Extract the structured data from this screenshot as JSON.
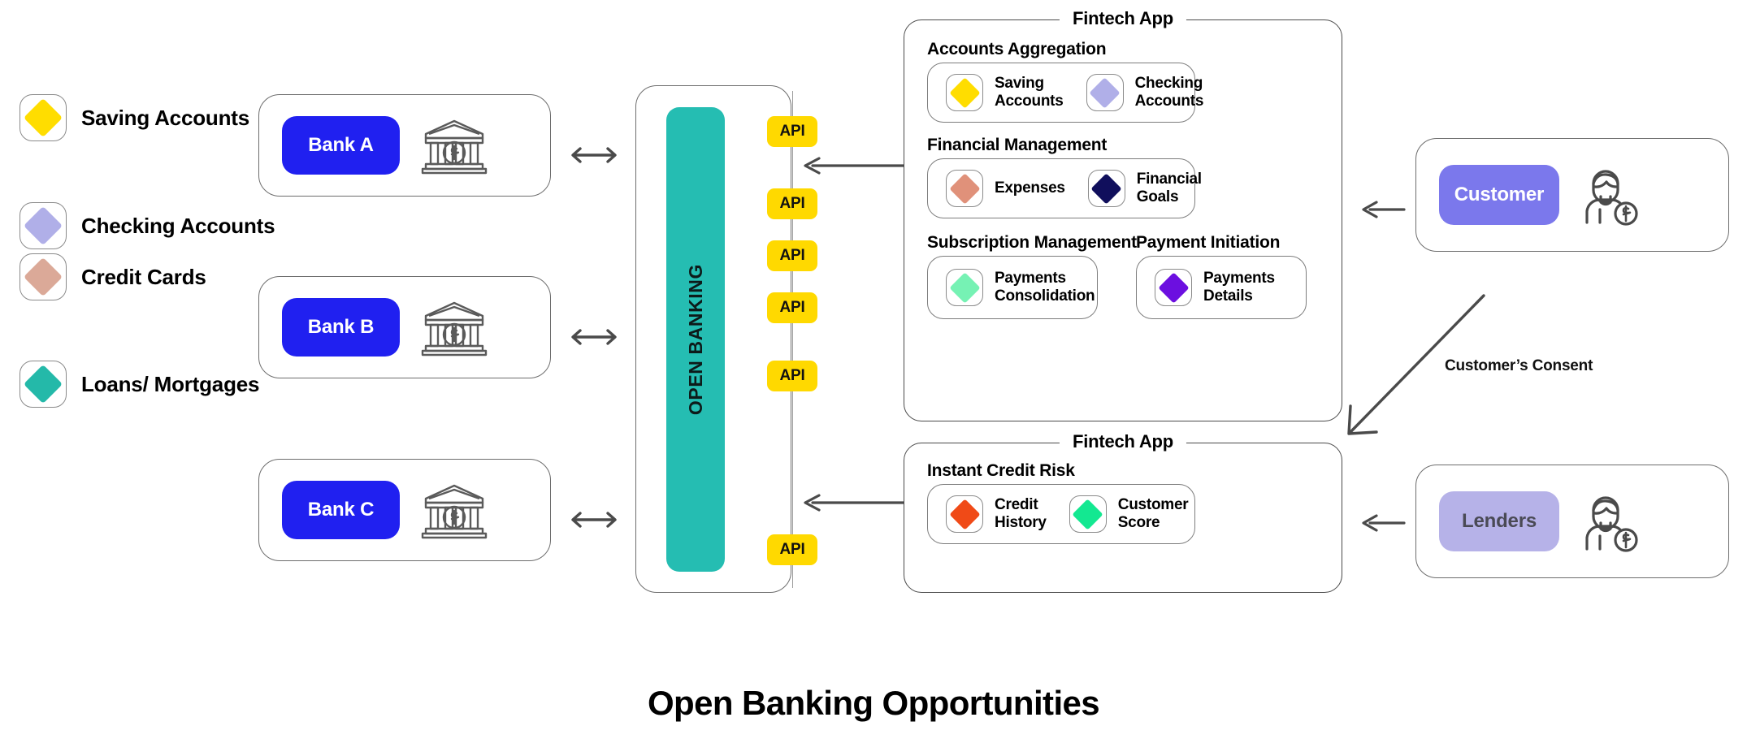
{
  "title": "Open Banking Opportunities",
  "legend": {
    "items": [
      {
        "label": "Saving\nAccounts",
        "color": "#ffdd00",
        "icon": "diamond-icon"
      },
      {
        "label": "Checking\nAccounts",
        "color": "#b0afe8",
        "icon": "diamond-icon"
      },
      {
        "label": "Credit\nCards",
        "color": "#dba998",
        "icon": "diamond-icon"
      },
      {
        "label": "Loans/\nMortgages",
        "color": "#24b9a9",
        "icon": "diamond-icon"
      }
    ]
  },
  "banks": {
    "items": [
      {
        "label": "Bank A",
        "icon": "bank-building-icon"
      },
      {
        "label": "Bank B",
        "icon": "bank-building-icon"
      },
      {
        "label": "Bank C",
        "icon": "bank-building-icon"
      }
    ],
    "pill_color": "#2020f0",
    "connector_icon": "double-arrow-icon"
  },
  "open_banking": {
    "label": "OPEN BANKING",
    "bar_color": "#25bdb2",
    "api_chip_color": "#ffd900",
    "api_labels": [
      "API",
      "API",
      "API",
      "API",
      "API",
      "API"
    ]
  },
  "fintech_top": {
    "tab": "Fintech App",
    "sections": [
      {
        "title": "Accounts Aggregation",
        "items": [
          {
            "label": "Saving\nAccounts",
            "color": "#ffdd00"
          },
          {
            "label": "Checking\nAccounts",
            "color": "#b0afe8"
          }
        ]
      },
      {
        "title": "Financial Management",
        "items": [
          {
            "label": "Expenses",
            "color": "#e0917a"
          },
          {
            "label": "Financial\nGoals",
            "color": "#100f5c"
          }
        ]
      },
      {
        "title": "Subscription Management",
        "items": [
          {
            "label": "Payments\nConsolidation",
            "color": "#76f2b4"
          }
        ]
      },
      {
        "title": "Payment Initiation",
        "items": [
          {
            "label": "Payments\nDetails",
            "color": "#6c0fe0"
          }
        ]
      }
    ]
  },
  "fintech_bottom": {
    "tab": "Fintech App",
    "sections": [
      {
        "title": "Instant Credit Risk",
        "items": [
          {
            "label": "Credit\nHistory",
            "color": "#f04a17"
          },
          {
            "label": "Customer\nScore",
            "color": "#13e891"
          }
        ]
      }
    ]
  },
  "actors": {
    "customer": {
      "label": "Customer",
      "pill_color": "#7b78ec",
      "text_color": "#ffffff",
      "icon": "person-money-icon"
    },
    "lenders": {
      "label": "Lenders",
      "pill_color": "#b6b2e8",
      "text_color": "#4a4a55",
      "icon": "person-money-icon"
    }
  },
  "connectors": {
    "consent_label": "Customer’s Consent",
    "arrow_color": "#4a4a4a"
  }
}
